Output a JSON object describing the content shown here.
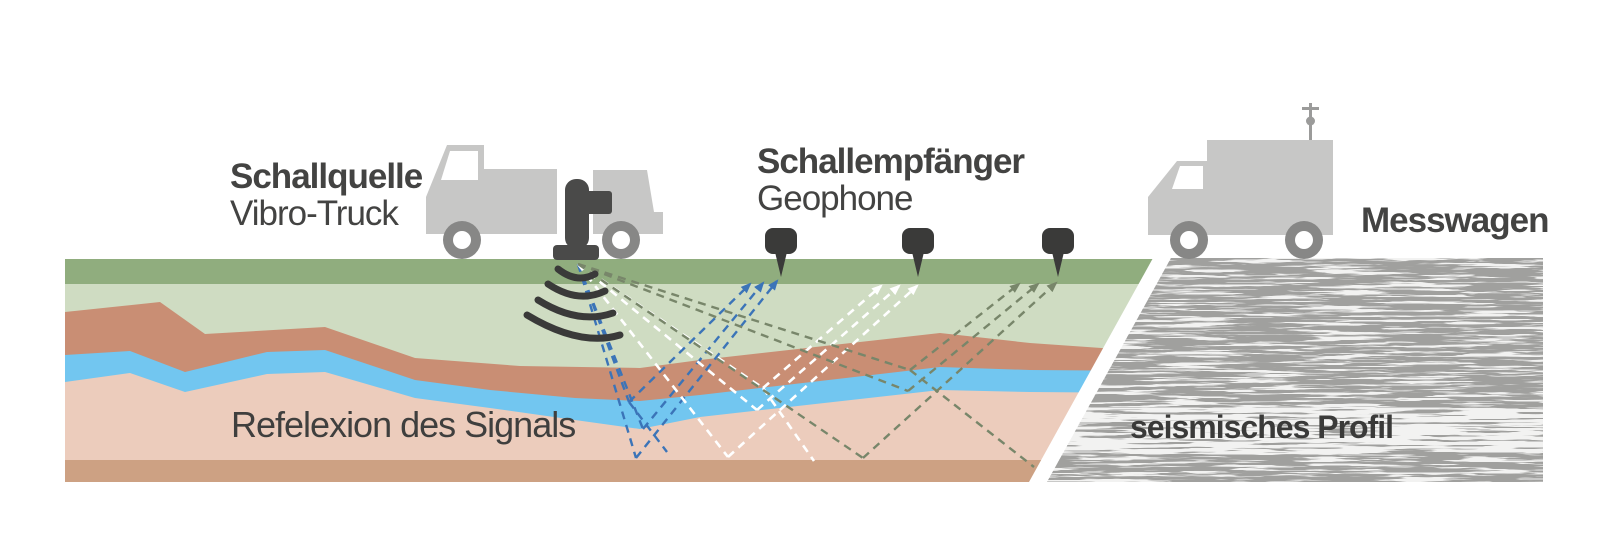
{
  "labels": {
    "source": {
      "title": "Schallquelle",
      "subtitle": "Vibro-Truck"
    },
    "receiver": {
      "title": "Schallempfänger",
      "subtitle": "Geophone"
    },
    "recorder": {
      "title": "Messwagen"
    },
    "reflection": "Refelexion des Signals",
    "profile": "seismisches Profil"
  },
  "colors": {
    "grass": "#90ad7e",
    "subsoil": "#cfdcc2",
    "clay": "#c98e74",
    "aquifer": "#72c6f0",
    "sand": "#ecccbc",
    "bedrock": "#cda183",
    "truck_gray": "#c7c7c6",
    "wheel_gray": "#878786",
    "dark_gray": "#4a4a49",
    "geophone_dark": "#3a3a39",
    "wave_dark": "#3a3a39",
    "text_dark": "#434342",
    "ray_blue": "#3b74b8",
    "ray_white": "#ffffff",
    "ray_olive": "#78866a",
    "profile_bg": "#f2f2f1",
    "profile_ink": "#595958"
  }
}
